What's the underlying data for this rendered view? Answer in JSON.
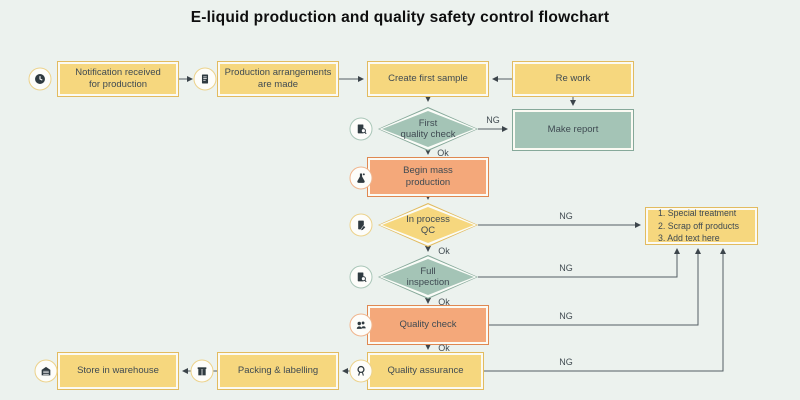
{
  "title": "E-liquid production and quality safety control flowchart",
  "labels": {
    "ng": "NG",
    "ok": "Ok"
  },
  "nodes": {
    "notification": {
      "label": "Notification received\nfor production"
    },
    "arrangements": {
      "label": "Production arrangements\nare made"
    },
    "create_sample": {
      "label": "Create first sample"
    },
    "rework": {
      "label": "Re work"
    },
    "first_quality_check": {
      "label": "First\nquality check"
    },
    "make_report": {
      "label": "Make report"
    },
    "mass_production": {
      "label": "Begin mass\nproduction"
    },
    "in_process_qc": {
      "label": "In process\nQC"
    },
    "full_inspection": {
      "label": "Full\ninspection"
    },
    "quality_check": {
      "label": "Quality check"
    },
    "quality_assurance": {
      "label": "Quality assurance"
    },
    "packing": {
      "label": "Packing & labelling"
    },
    "warehouse": {
      "label": "Store in warehouse"
    }
  },
  "side_note": {
    "items": [
      "1.  Special treatment",
      "2.  Scrap off products",
      "3.  Add text here"
    ]
  },
  "icons": {
    "row1_start": "clock-icon",
    "row1_mid": "document-icon",
    "first_qc": "inspect-document-icon",
    "mass_production": "flask-icon",
    "in_process_qc": "clipboard-pen-icon",
    "full_inspection": "inspect-document-icon",
    "quality_check": "people-icon",
    "quality_assurance": "award-icon",
    "packing": "package-icon",
    "warehouse": "warehouse-icon"
  },
  "colors": {
    "background": "#ecf2ee",
    "yellow_fill": "#f6d77e",
    "yellow_border": "#e2bb5f",
    "teal_fill": "#a4c4b6",
    "teal_border": "#86a99a",
    "orange_fill": "#f4a87a",
    "orange_border": "#df8851",
    "connector": "#545f64",
    "text": "#3f4a52",
    "title_text": "#0e0e0e"
  }
}
